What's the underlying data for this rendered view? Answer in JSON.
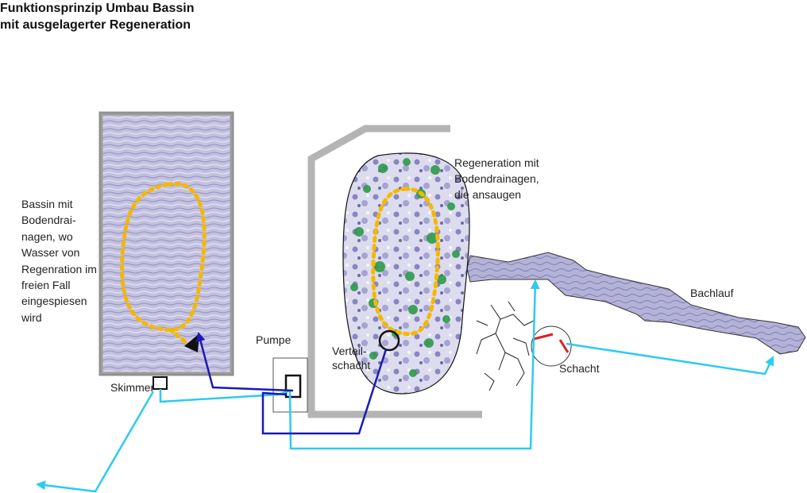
{
  "title": {
    "line1": "Funktionsprinzip Umbau Bassin",
    "line2": "mit ausgelagerter Regeneration"
  },
  "labels": {
    "bassin": [
      "Bassin mit",
      "Bodendrai-",
      "nagen, wo",
      "Wasser von",
      "Regenration im",
      "freien Fall",
      "eingespiesen",
      "wird"
    ],
    "regeneration": [
      "Regeneration mit",
      "Bodendrainagen,",
      "die ansaugen"
    ],
    "pumpe": "Pumpe",
    "skimmer": "Skimmer",
    "verteilschacht": [
      "Verteil-",
      "schacht"
    ],
    "schacht": "Schacht",
    "bachlauf": "Bachlauf"
  },
  "colors": {
    "water_fill": "#b8b6d8",
    "water_dark": "#7a78b0",
    "frame_gray": "#909090",
    "wall_gray": "#b4b4b4",
    "drain_orange": "#f5b800",
    "pipe_dark_blue": "#1a1ab8",
    "pipe_light_blue": "#2ccbf0",
    "vegetation_green": "#2e9a4a",
    "valve_red": "#e02020"
  }
}
